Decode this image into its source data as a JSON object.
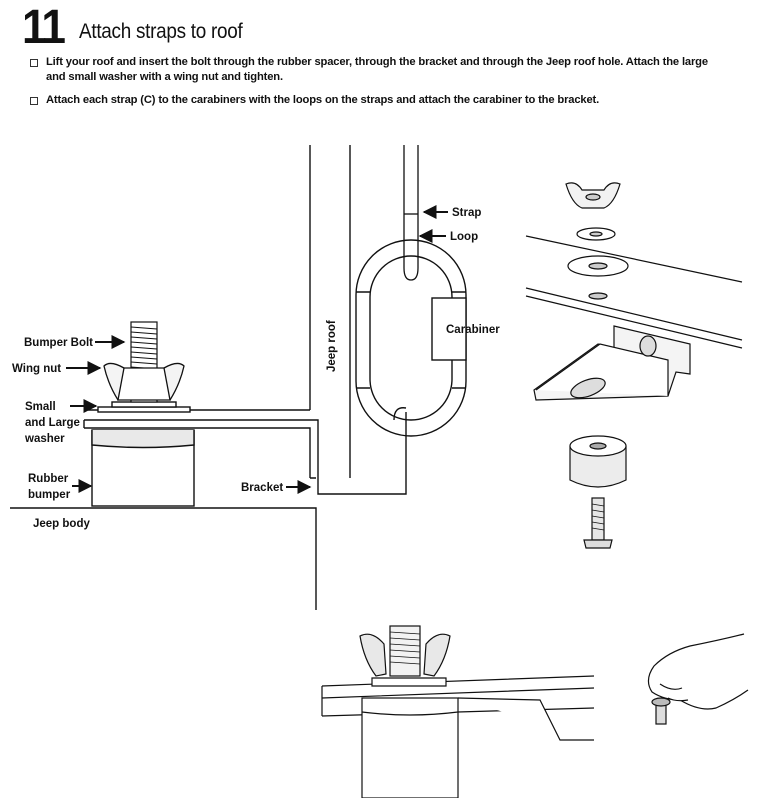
{
  "step": {
    "number": "11",
    "title": "Attach straps to roof"
  },
  "instructions": [
    "Lift your roof and insert the bolt through the rubber spacer, through the bracket and through the Jeep roof hole. Attach the large and small washer with a wing nut and tighten.",
    "Attach each strap (C) to the carabiners with the loops on the straps and attach the carabiner to the bracket."
  ],
  "labels": {
    "bumper_bolt": "Bumper Bolt",
    "wing_nut": "Wing nut",
    "washer_1": "Small",
    "washer_2": "and Large",
    "washer_3": "washer",
    "rubber_1": "Rubber",
    "rubber_2": "bumper",
    "jeep_body": "Jeep body",
    "bracket": "Bracket",
    "jeep_roof": "Jeep roof",
    "strap": "Strap",
    "loop": "Loop",
    "carabiner": "Carabiner"
  },
  "icons": {
    "bullet": "square-bullet-icon",
    "arrow": "left-arrow-icon"
  },
  "colors": {
    "ink": "#111111",
    "shade": "#cfcfcf"
  }
}
